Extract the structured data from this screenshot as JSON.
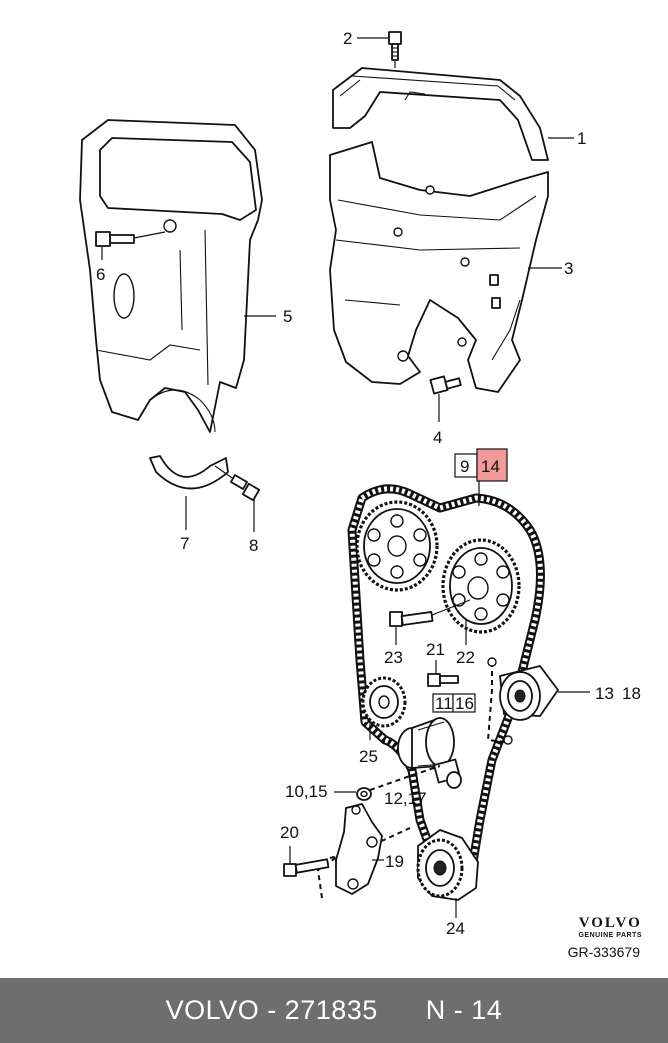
{
  "labels": {
    "l1": "1",
    "l2": "2",
    "l3": "3",
    "l4": "4",
    "l5": "5",
    "l6": "6",
    "l7": "7",
    "l8": "8",
    "l9": "9",
    "l14": "14",
    "l11": "11",
    "l16": "16",
    "l21": "21",
    "l22": "22",
    "l23": "23",
    "l25": "25",
    "l13": "13",
    "l18": "18",
    "l1015": "10,15",
    "l1217": "12,17",
    "l20": "20",
    "l19": "19",
    "l24": "24"
  },
  "brand": {
    "logo": "VOLVO",
    "sub": "GENUINE PARTS",
    "ref": "GR-333679"
  },
  "footer": {
    "part": "VOLVO - 271835",
    "page": "N - 14"
  },
  "colors": {
    "highlight": "#f29a9a",
    "footer_bg": "#6e6e6e"
  }
}
